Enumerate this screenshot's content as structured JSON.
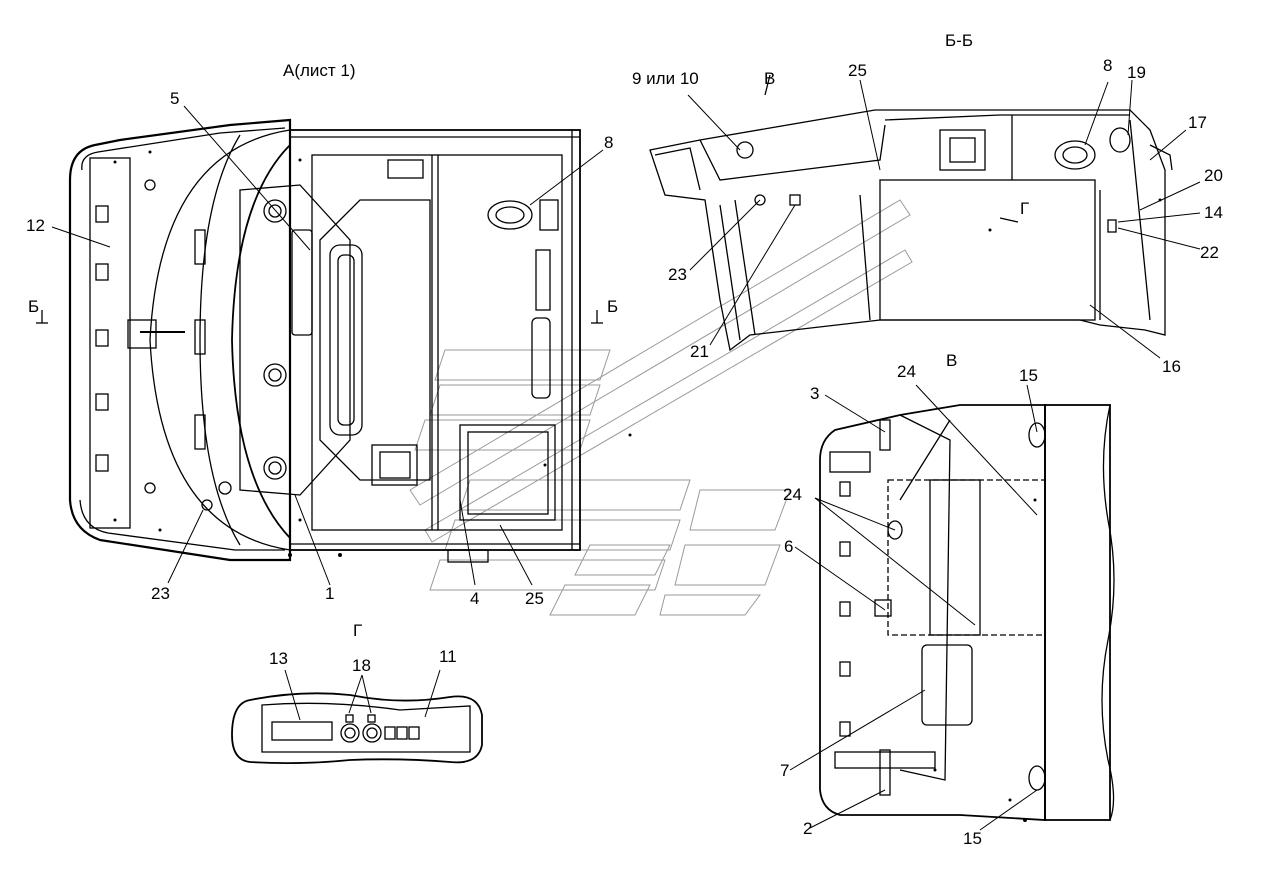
{
  "views": {
    "a": "А(лист 1)",
    "bb": "Б-Б",
    "v": "В",
    "g": "Г",
    "b_left": "Б",
    "b_right": "Б",
    "g_arrow": "Г",
    "v_arrow": "В"
  },
  "callouts": {
    "c1": "1",
    "c2": "2",
    "c3": "3",
    "c4": "4",
    "c5": "5",
    "c6": "6",
    "c7": "7",
    "c8a": "8",
    "c8b": "8",
    "c9_10": "9 или 10",
    "c11": "11",
    "c12": "12",
    "c13": "13",
    "c14": "14",
    "c15a": "15",
    "c15b": "15",
    "c16": "16",
    "c17": "17",
    "c18": "18",
    "c19": "19",
    "c20": "20",
    "c21": "21",
    "c22": "22",
    "c23a": "23",
    "c23b": "23",
    "c24a": "24",
    "c24b": "24",
    "c25a": "25",
    "c25b": "25"
  },
  "colors": {
    "line": "#000000",
    "watermark": "#9a9a9a",
    "background": "#ffffff"
  }
}
